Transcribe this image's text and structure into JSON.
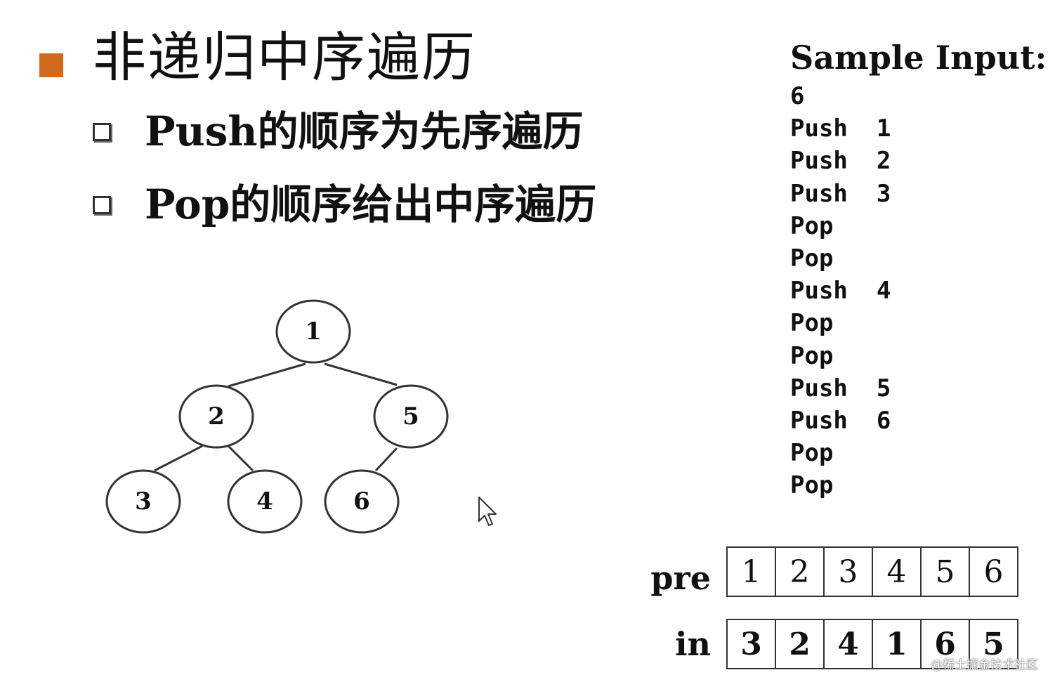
{
  "slide": {
    "title": "非递归中序遍历",
    "points": [
      "Push的顺序为先序遍历",
      "Pop的顺序给出中序遍历"
    ],
    "accent_color": "#d2691e"
  },
  "tree": {
    "nodes": [
      "1",
      "2",
      "5",
      "3",
      "4",
      "6"
    ]
  },
  "sample": {
    "title": "Sample Input:",
    "lines": [
      "6",
      "Push  1",
      "Push  2",
      "Push  3",
      "Pop",
      "Pop",
      "Push  4",
      "Pop",
      "Pop",
      "Push  5",
      "Push  6",
      "Pop",
      "Pop"
    ]
  },
  "arrays": {
    "pre_label": "pre",
    "pre": [
      "1",
      "2",
      "3",
      "4",
      "5",
      "6"
    ],
    "in_label": "in",
    "in": [
      "3",
      "2",
      "4",
      "1",
      "6",
      "5"
    ]
  },
  "watermark": "@稀土掘金技术社区",
  "icons": {
    "cursor": "mouse-pointer-icon",
    "bullet": "square-bullet-icon",
    "sub_bullet": "hollow-square-bullet-icon"
  }
}
